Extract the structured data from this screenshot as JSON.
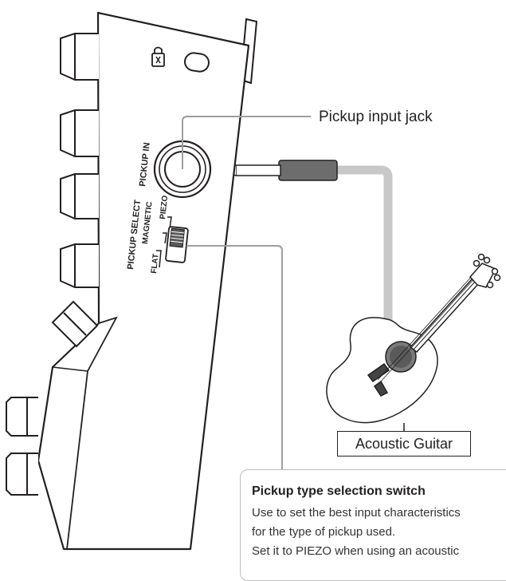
{
  "callouts": {
    "jack": "Pickup input jack",
    "guitar": "Acoustic Guitar"
  },
  "panel_labels": {
    "pickup_in": "PICKUP IN",
    "pickup_select": "PICKUP SELECT",
    "magnetic": "MAGNETIC",
    "piezo": "PIEZO",
    "flat": "FLAT"
  },
  "info": {
    "title": "Pickup type selection switch",
    "lines": [
      "Use to set the best input characteristics",
      "for the type of pickup used.",
      "Set it to PIEZO when using an acoustic"
    ]
  },
  "colors": {
    "outline": "#231f20",
    "cable": "#c8c8c8",
    "plug": "#6d6d6d",
    "guitar_body": "#ffffff",
    "soundhole": "#777777"
  }
}
